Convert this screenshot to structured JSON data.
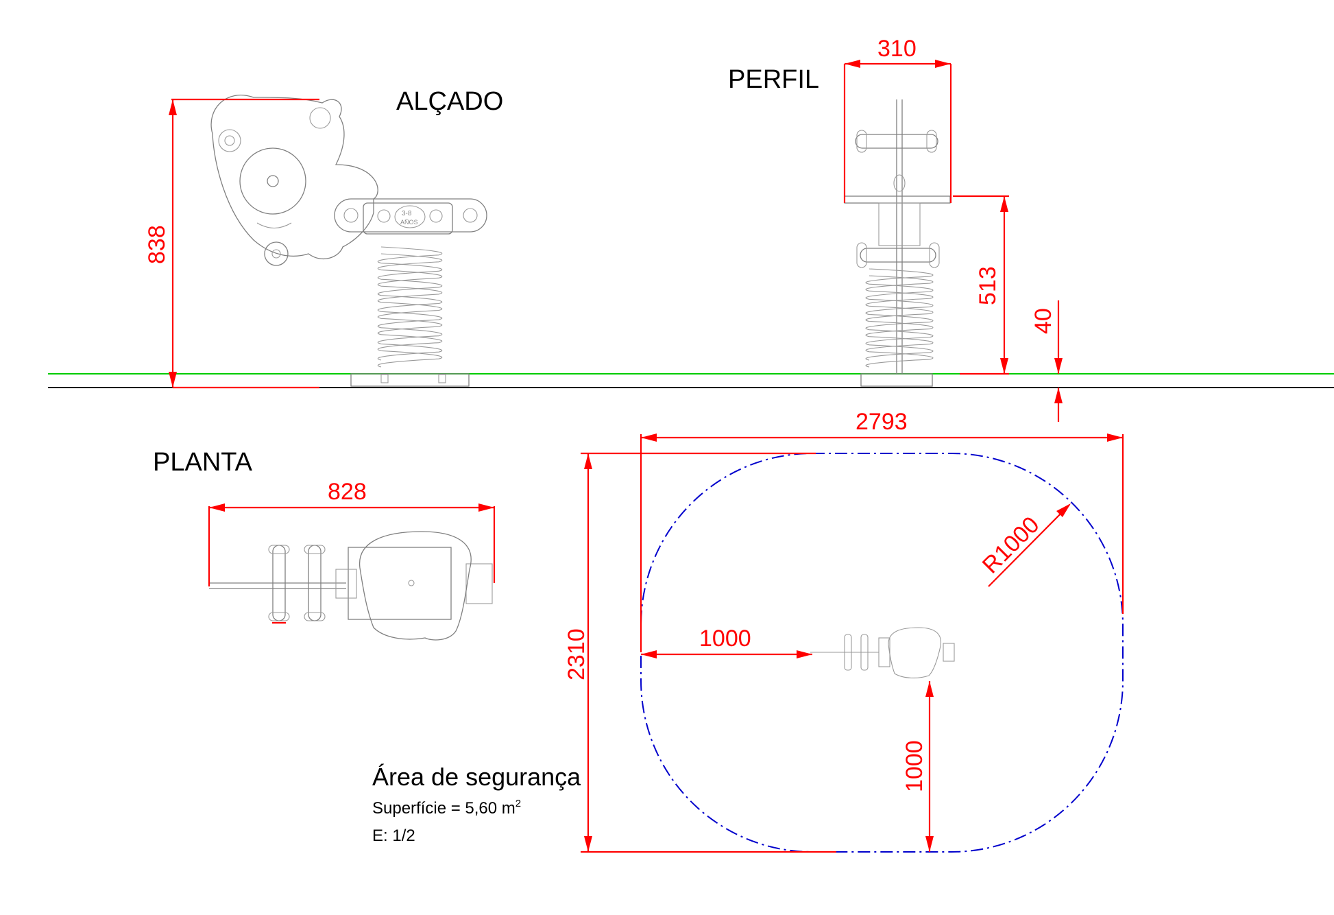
{
  "views": {
    "elevation_title": "ALÇADO",
    "profile_title": "PERFIL",
    "plan_title": "PLANTA",
    "age_badge_line1": "3-8",
    "age_badge_line2": "AÑOS"
  },
  "dimensions": {
    "elevation_height": "838",
    "profile_width": "310",
    "profile_height": "513",
    "ground_offset": "40",
    "plan_length": "828",
    "safety_width": "2793",
    "safety_height": "2310",
    "safety_radius": "R1000",
    "safety_offset_x": "1000",
    "safety_offset_y": "1000"
  },
  "safety_area": {
    "title": "Área de segurança",
    "surface_label": "Superfície = 5,60 m",
    "surface_exponent": "2",
    "scale": "E: 1/2"
  },
  "colors": {
    "dimension": "#ff0000",
    "ground_surface": "#00cc00",
    "ground_base": "#000000",
    "safety_boundary": "#0000cc",
    "drawing_lines": "#808080"
  }
}
